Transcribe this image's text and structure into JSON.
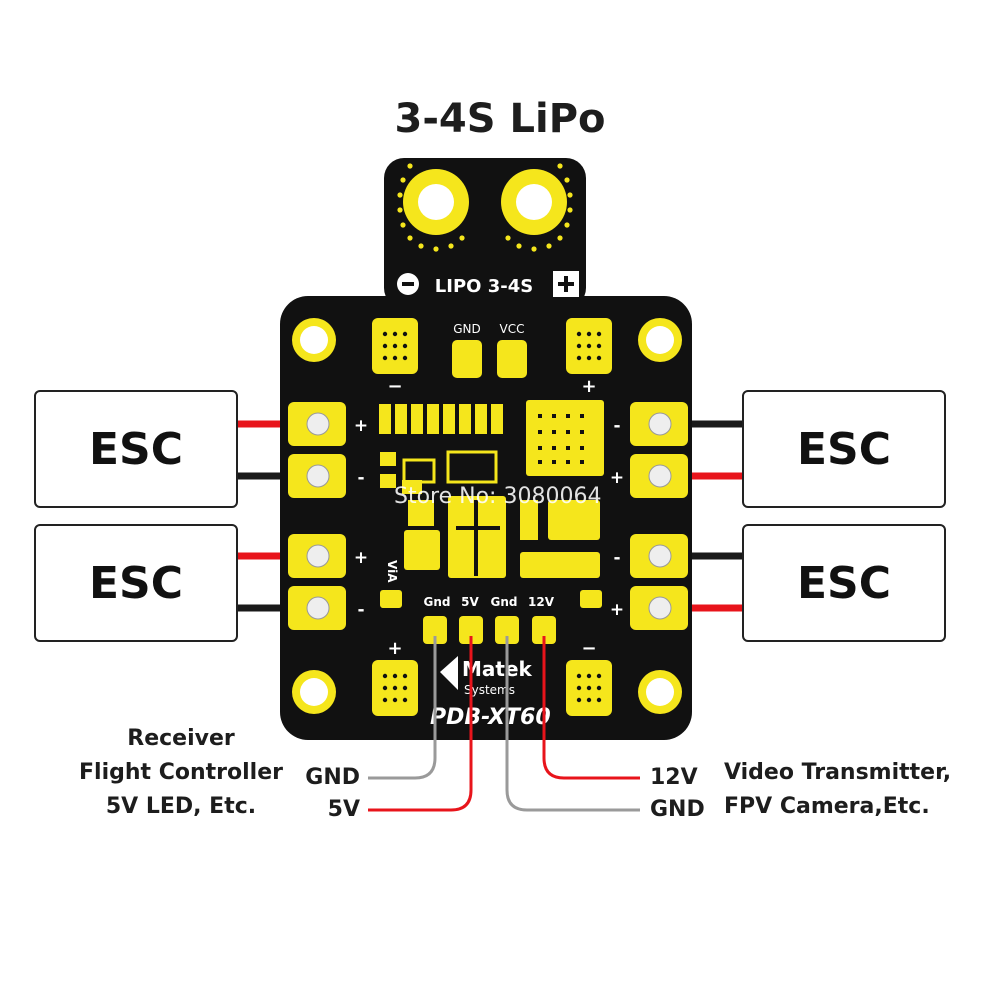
{
  "title": "3-4S LiPo",
  "board": {
    "battery_label": "LIPO 3-4S",
    "minus_sign": "−",
    "plus_sign": "+",
    "top_pad_labels": [
      "GND",
      "VCC"
    ],
    "bottom_pad_labels": [
      "Gnd",
      "5V",
      "Gnd",
      "12V"
    ],
    "brand": "Matek",
    "brand_sub": "Systems",
    "model": "PDB-XT60",
    "silk_letters": "ViA",
    "colors": {
      "pcb": "#111111",
      "pad": "#f5e61c",
      "red_wire": "#e8141b",
      "black_wire": "#1a1a1a",
      "gray_wire": "#9a9a9a"
    }
  },
  "escs": [
    {
      "label": "ESC",
      "side": "left",
      "polarity": [
        "+",
        "-"
      ]
    },
    {
      "label": "ESC",
      "side": "left",
      "polarity": [
        "+",
        "-"
      ]
    },
    {
      "label": "ESC",
      "side": "right",
      "polarity": [
        "-",
        "+"
      ]
    },
    {
      "label": "ESC",
      "side": "right",
      "polarity": [
        "-",
        "+"
      ]
    }
  ],
  "left_output": {
    "description_lines": [
      "Receiver",
      "Flight Controller",
      "5V LED, Etc."
    ],
    "gnd_label": "GND",
    "v_label": "5V"
  },
  "right_output": {
    "description_lines": [
      "Video Transmitter,",
      "FPV Camera,Etc."
    ],
    "v_label": "12V",
    "gnd_label": "GND"
  },
  "watermark": "Store No: 3080064"
}
